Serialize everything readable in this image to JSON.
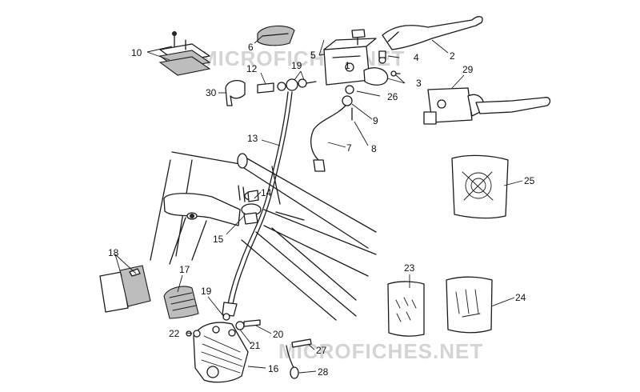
{
  "watermarks": [
    "MICROFICHES.NET",
    "MICROFICHES.NET"
  ],
  "callouts": {
    "n1": "1",
    "n2": "2",
    "n3": "3",
    "n4": "4",
    "n5": "5",
    "n6": "6",
    "n7": "7",
    "n8": "8",
    "n9": "9",
    "n10": "10",
    "n12": "12",
    "n13": "13",
    "n14": "14",
    "n15": "15",
    "n16": "16",
    "n17": "17",
    "n18": "18",
    "n19a": "19",
    "n19b": "19",
    "n20": "20",
    "n21": "21",
    "n22": "22",
    "n23": "23",
    "n24": "24",
    "n25": "25",
    "n26": "26",
    "n27": "27",
    "n28": "28",
    "n29": "29",
    "n30": "30"
  }
}
